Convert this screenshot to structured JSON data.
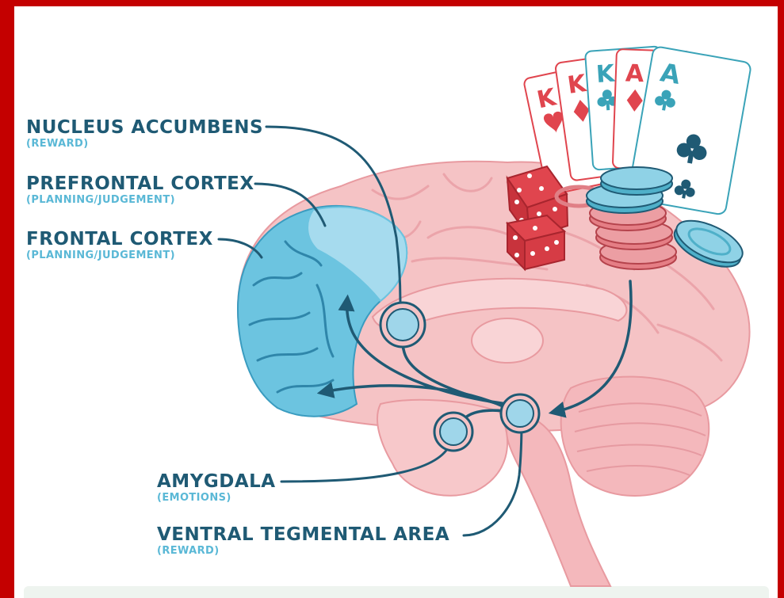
{
  "labels": {
    "nucleus_accumbens": {
      "title": "NUCLEUS ACCUMBENS",
      "subtitle": "(REWARD)"
    },
    "prefrontal_cortex": {
      "title": "PREFRONTAL CORTEX",
      "subtitle": "(PLANNING/JUDGEMENT)"
    },
    "frontal_cortex": {
      "title": "FRONTAL CORTEX",
      "subtitle": "(PLANNING/JUDGEMENT)"
    },
    "amygdala": {
      "title": "AMYGDALA",
      "subtitle": "(EMOTIONS)"
    },
    "ventral_tegmental_area": {
      "title": "VENTRAL TEGMENTAL AREA",
      "subtitle": "(REWARD)"
    }
  },
  "cards": [
    {
      "rank": "K",
      "suit": "heart-icon"
    },
    {
      "rank": "K",
      "suit": "diamond-icon"
    },
    {
      "rank": "K",
      "suit": "club-icon"
    },
    {
      "rank": "A",
      "suit": "diamond-icon"
    },
    {
      "rank": "A",
      "suit": "club-icon"
    }
  ],
  "colors": {
    "frame": "#c40000",
    "title_text": "#1f5a74",
    "subtitle_text": "#5ab8d6",
    "brain_pink": "#f5c3c5",
    "frontal_blue": "#6cc4e0",
    "pathway": "#1f5a74",
    "card_red": "#e0454e",
    "card_teal": "#3aa3b8"
  }
}
